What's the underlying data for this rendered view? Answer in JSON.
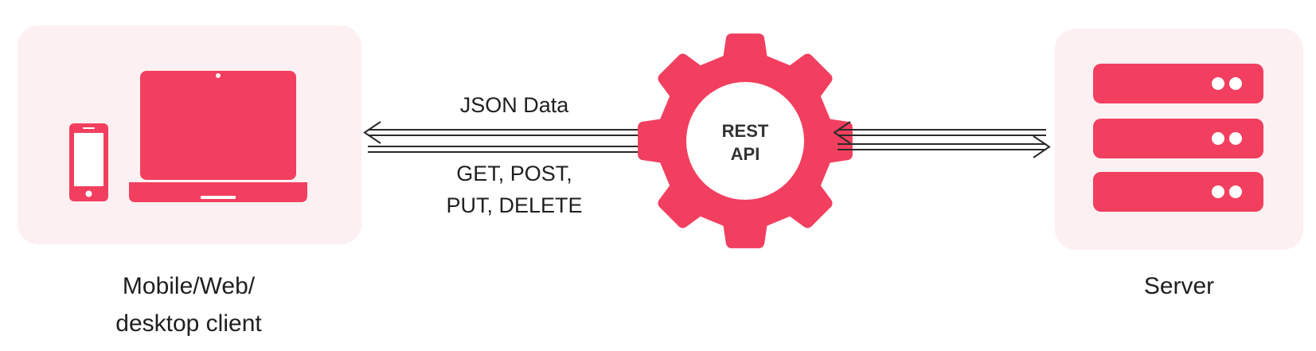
{
  "colors": {
    "accent": "#f23f5f",
    "panel": "#fdf0f2",
    "arrow": "#2a2a2a",
    "text": "#1f1f1f"
  },
  "client": {
    "caption_line1": "Mobile/Web/",
    "caption_line2": "desktop client",
    "icons": [
      "smartphone-icon",
      "laptop-icon"
    ]
  },
  "connection_left": {
    "top_label": "JSON Data",
    "methods_line1": "GET, POST,",
    "methods_line2": "PUT, DELETE"
  },
  "api": {
    "line1": "REST",
    "line2": "API",
    "icon": "gear-icon"
  },
  "server": {
    "caption": "Server",
    "icon": "server-rack-icon"
  }
}
